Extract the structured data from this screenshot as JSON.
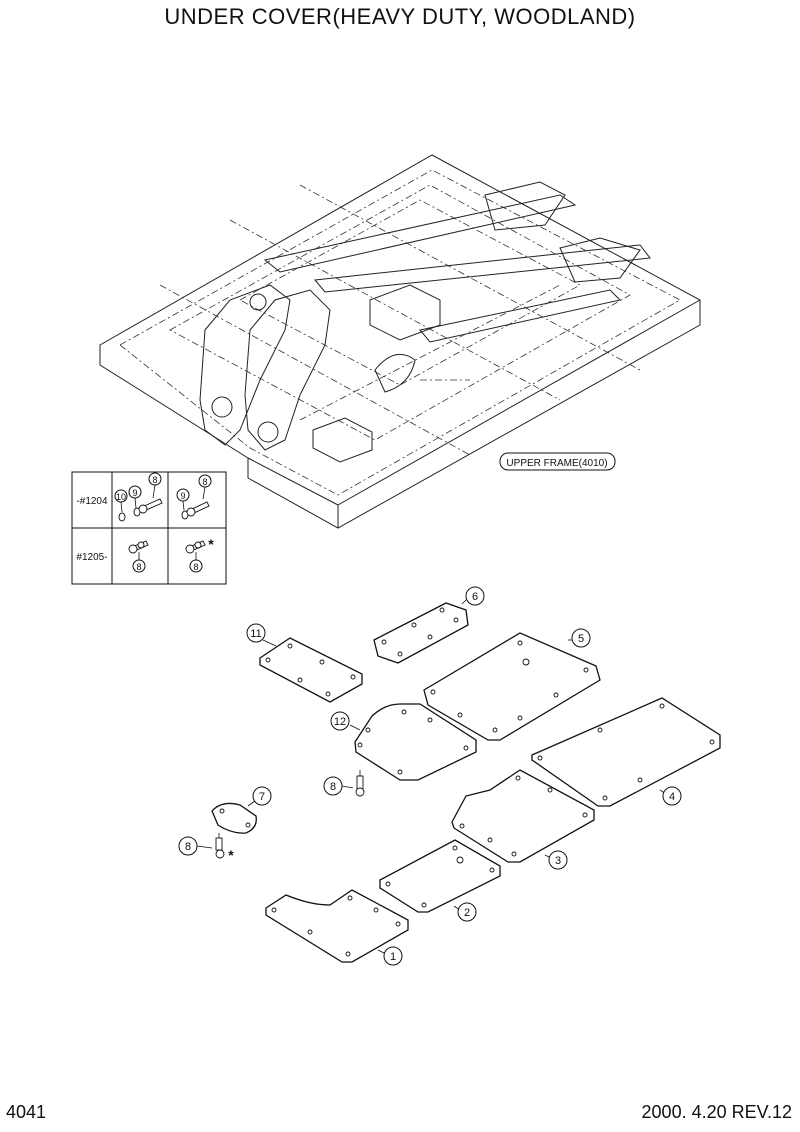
{
  "header": {
    "title": "UNDER COVER(HEAVY DUTY, WOODLAND)"
  },
  "footer": {
    "page_number": "4041",
    "revision": "2000. 4.20 REV.12"
  },
  "frame_label": "UPPER FRAME(4010)",
  "variant_table": {
    "rows": [
      {
        "serial": "-#1204",
        "left_callouts": [
          "10",
          "9",
          "8"
        ],
        "right_callouts": [
          "9",
          "8"
        ]
      },
      {
        "serial": "#1205-",
        "left_callouts": [
          "8"
        ],
        "right_callouts": [
          "8"
        ],
        "right_mark": "*"
      }
    ]
  },
  "callouts": {
    "c1": "1",
    "c2": "2",
    "c3": "3",
    "c4": "4",
    "c5": "5",
    "c6": "6",
    "c7": "7",
    "c8a": "8",
    "c8b": "8",
    "c11": "11",
    "c12": "12",
    "star": "*"
  }
}
